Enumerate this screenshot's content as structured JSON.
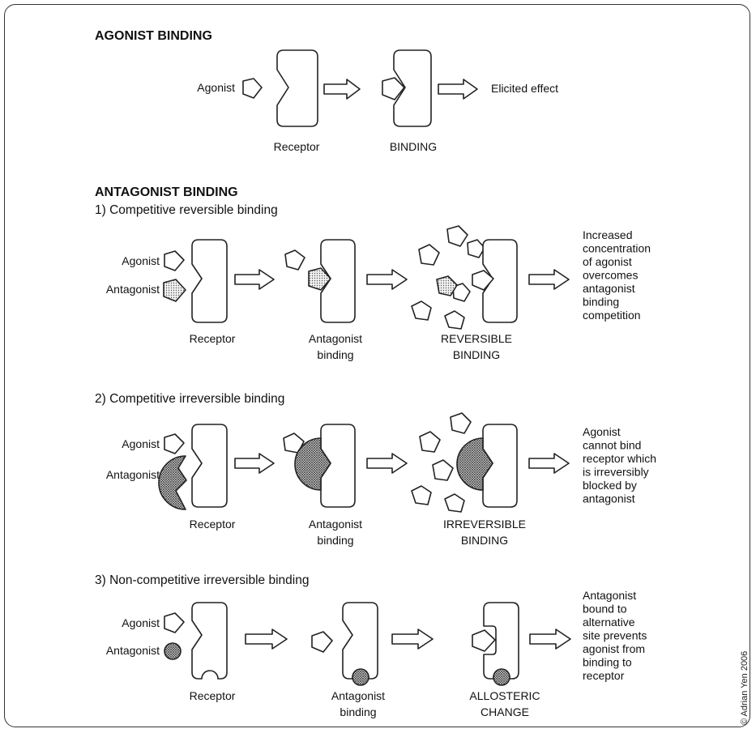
{
  "headings": {
    "agonist_binding": "AGONIST BINDING",
    "antagonist_binding": "ANTAGONIST BINDING"
  },
  "agonist_section": {
    "agonist_label": "Agonist",
    "receptor_label": "Receptor",
    "binding_label": "BINDING",
    "effect_label": "Elicited effect"
  },
  "sections": [
    {
      "title": "1) Competitive reversible binding",
      "agonist_label": "Agonist",
      "antagonist_label": "Antagonist",
      "stage_labels": [
        "Receptor",
        "Antagonist\nbinding",
        "REVERSIBLE\nBINDING"
      ],
      "outcome": "Increased\nconcentration\nof agonist\novercomes\nantagonist\nbinding\ncompetition"
    },
    {
      "title": "2) Competitive irreversible binding",
      "agonist_label": "Agonist",
      "antagonist_label": "Antagonist",
      "stage_labels": [
        "Receptor",
        "Antagonist\nbinding",
        "IRREVERSIBLE\nBINDING"
      ],
      "outcome": "Agonist\ncannot bind\nreceptor which\nis irreversibly\nblocked by\nantagonist"
    },
    {
      "title": "3) Non-competitive irreversible binding",
      "agonist_label": "Agonist",
      "antagonist_label": "Antagonist",
      "stage_labels": [
        "Receptor",
        "Antagonist\nbinding",
        "ALLOSTERIC\nCHANGE"
      ],
      "outcome": "Antagonist\nbound to\nalternative\nsite prevents\nagonist from\nbinding to\nreceptor"
    }
  ],
  "copyright": "© Adrian Yen 2006",
  "icons": {
    "agonist": "pentagon-icon",
    "antagonist_small": "stippled-pentagon-icon",
    "antagonist_large": "stippled-semicircle-icon",
    "antagonist_allosteric": "stippled-circle-icon",
    "receptor": "receptor-block-icon",
    "arrow": "hollow-arrow-icon"
  }
}
